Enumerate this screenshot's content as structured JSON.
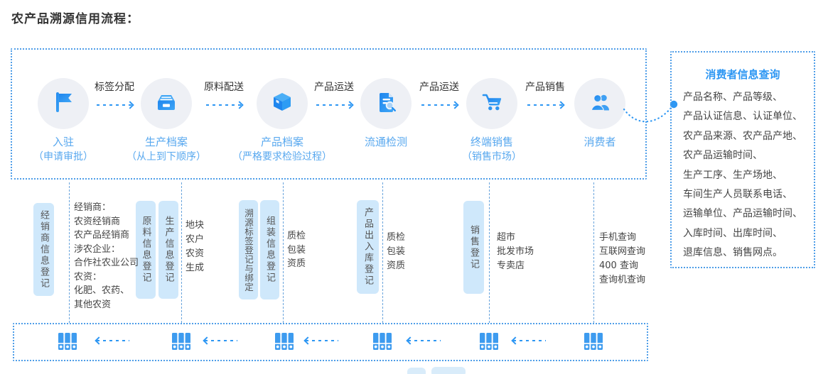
{
  "page": {
    "title": "农产品溯源信用流程："
  },
  "flow": {
    "steps": [
      {
        "icon": "flag-icon",
        "label": "入驻",
        "sublabel": "（申请审批）"
      },
      {
        "icon": "archive-box-icon",
        "label": "生产档案",
        "sublabel": "（从上到下顺序）"
      },
      {
        "icon": "cube-icon",
        "label": "产品档案",
        "sublabel": "（严格要求检验过程）"
      },
      {
        "icon": "document-search-icon",
        "label": "流通检测",
        "sublabel": ""
      },
      {
        "icon": "cart-icon",
        "label": "终端销售",
        "sublabel": "（销售市场）"
      },
      {
        "icon": "consumers-icon",
        "label": "消费者",
        "sublabel": ""
      }
    ],
    "arrows": [
      "标签分配",
      "原料配送",
      "产品运送",
      "产品运送",
      "产品销售"
    ]
  },
  "consumer_panel": {
    "title": "消费者信息查询",
    "lines": [
      "产品名称、产品等级、",
      "产品认证信息、认证单位、",
      "农产品来源、农产品产地、",
      "农产品运输时间、",
      "生产工序、生产场地、",
      "车间生产人员联系电话、",
      "运输单位、产品运输时间、",
      "入库时间、出库时间、",
      "退库信息、销售网点。"
    ]
  },
  "registry": {
    "bars": [
      {
        "label": "经销商信息登记"
      },
      {
        "label": "原料信息登记"
      },
      {
        "label": "生产信息登记"
      },
      {
        "label": "溯源标签登记与绑定"
      },
      {
        "label": "组装信息登记"
      },
      {
        "label": "产品出入库登记"
      },
      {
        "label": "销售登记"
      }
    ],
    "notes": [
      {
        "lines": [
          "经销商：",
          "农资经销商",
          "农产品经销商",
          "涉农企业：",
          "合作社农业公司",
          "农资：",
          "化肥、农药、",
          "其他农资"
        ]
      },
      {
        "lines": [
          "地块",
          "农户",
          "农资",
          "生成"
        ]
      },
      {
        "lines": [
          "质检",
          "包装",
          "资质"
        ]
      },
      {
        "lines": [
          "质检",
          "包装",
          "资质"
        ]
      },
      {
        "lines": [
          "超市",
          "批发市场",
          "专卖店"
        ]
      },
      {
        "lines": [
          "手机查询",
          "互联网查询",
          "400 查询",
          "查询机查询"
        ]
      }
    ]
  },
  "archive_row": {
    "binder_icon": "binder-icon",
    "binder_count": 6,
    "arrow_direction": "left"
  },
  "colors": {
    "accent_blue": "#2e97f3",
    "icon_blue": "#1f8bf2",
    "step_label_blue": "#58a8ef",
    "panel_title_blue": "#2e97f3",
    "bar_background": "#cfe8fb",
    "circle_background": "#eef0f5",
    "border_blue": "#4f9ee8",
    "text_dark": "#333333",
    "text_gray": "#444444"
  }
}
